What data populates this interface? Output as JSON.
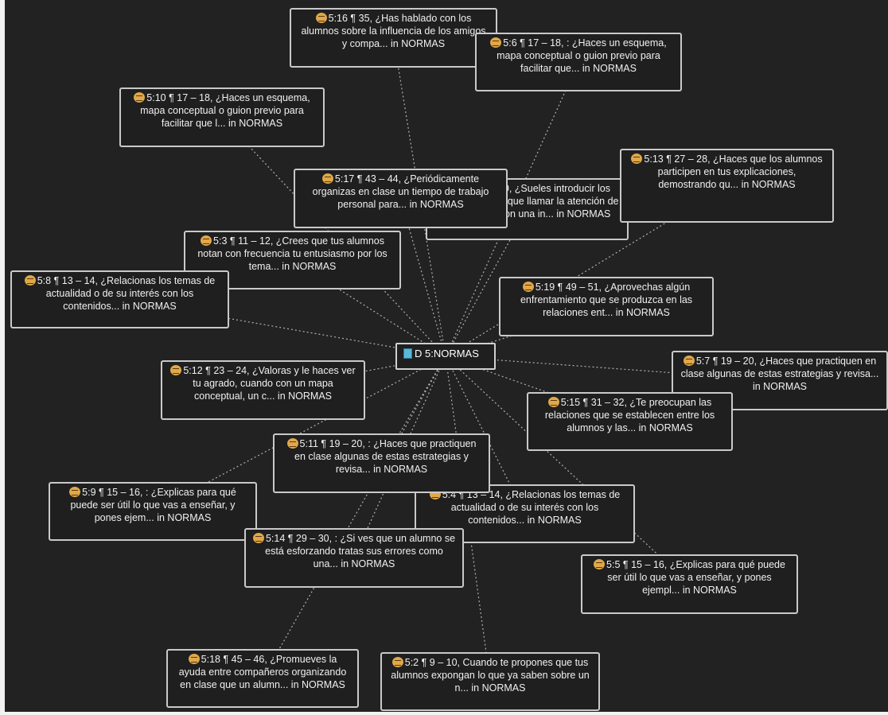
{
  "center": {
    "label": "D 5:NORMAS"
  },
  "nodes": [
    {
      "label": "5:16 ¶ 35, ¿Has hablado con los alumnos sobre la influencia de los amigos y compa... in NORMAS"
    },
    {
      "label": "5:6 ¶ 17 – 18, : ¿Haces un esquema, mapa conceptual o guion previo para facilitar que... in NORMAS"
    },
    {
      "label": "5:10 ¶ 17 – 18, ¿Haces un esquema, mapa conceptual o guion previo para facilitar que l... in NORMAS"
    },
    {
      "label": "5:1 ¶ 9 – 10, ¿Sueles introducir los temas de forma que llamar la atención de los alumnos con una in... in NORMAS"
    },
    {
      "label": "5:13 ¶ 27 – 28, ¿Haces que los alumnos participen en tus explicaciones, demostrando qu... in NORMAS"
    },
    {
      "label": "5:17 ¶ 43 – 44, ¿Periódicamente organizas en clase un tiempo de trabajo personal para... in NORMAS"
    },
    {
      "label": "5:3 ¶ 11 – 12, ¿Crees que tus alumnos notan con frecuencia tu entusiasmo por los tema... in NORMAS"
    },
    {
      "label": "5:8 ¶ 13 – 14, ¿Relacionas los temas de actualidad o de su interés con los contenidos... in NORMAS"
    },
    {
      "label": "5:19 ¶ 49 – 51, ¿Aprovechas algún enfrentamiento que se produzca en las relaciones ent... in NORMAS"
    },
    {
      "label": "5:12 ¶ 23 – 24, ¿Valoras y le haces ver tu agrado, cuando con un mapa conceptual, un c... in NORMAS"
    },
    {
      "label": "5:7 ¶ 19 – 20, ¿Haces que practiquen en clase algunas de estas estrategias y revisa... in NORMAS"
    },
    {
      "label": "5:15 ¶ 31 – 32, ¿Te preocupan las relaciones que se establecen entre los alumnos y las... in NORMAS"
    },
    {
      "label": "5:11 ¶ 19 – 20, : ¿Haces que practiquen en clase algunas de estas estrategias y revisa... in NORMAS"
    },
    {
      "label": "5:9 ¶ 15 – 16, : ¿Explicas para qué puede ser útil lo que vas a enseñar, y pones ejem... in NORMAS"
    },
    {
      "label": "5:4 ¶ 13 – 14, ¿Relacionas los temas de actualidad o de su interés con los contenidos... in NORMAS"
    },
    {
      "label": "5:14 ¶ 29 – 30, : ¿Si ves que un alumno se está esforzando tratas sus errores como una... in NORMAS"
    },
    {
      "label": "5:5 ¶ 15 – 16, ¿Explicas para qué puede ser útil lo que vas a enseñar, y pones ejempl... in NORMAS"
    },
    {
      "label": "5:18 ¶ 45 – 46, ¿Promueves la ayuda entre compañeros organizando en clase que un alumn... in NORMAS"
    },
    {
      "label": "5:2 ¶ 9 – 10, Cuando te propones que tus alumnos expongan lo que ya saben sobre un n... in NORMAS"
    }
  ],
  "colors": {
    "background": "#222222",
    "border": "#c9c9c9",
    "link": "#c9c9c9",
    "quote_icon": "#e0a84a",
    "document_icon": "#5bb8d8"
  },
  "icons": {
    "quotation": "quotation-icon",
    "document": "document-icon"
  }
}
